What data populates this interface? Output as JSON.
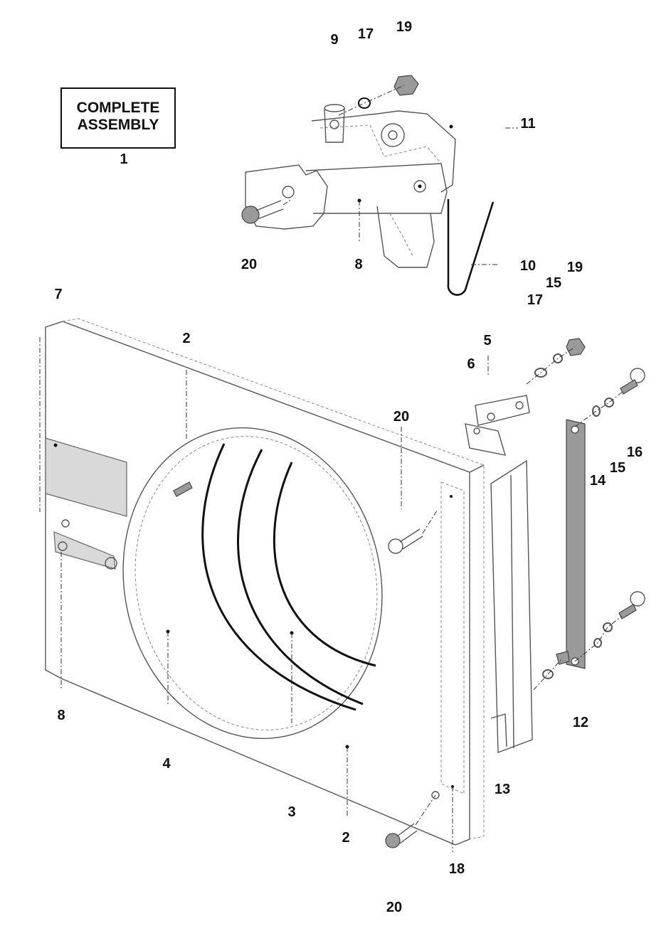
{
  "assembly_box": {
    "line1": "COMPLETE",
    "line2": "ASSEMBLY"
  },
  "callouts": {
    "complete_assembly": "1",
    "shroud_top": "2",
    "shroud_bottom": "2",
    "ring": "3",
    "shroud": "4",
    "bracket_5": "5",
    "bracket_6": "6",
    "plate_7": "7",
    "engine_8": "8",
    "bracket_8": "8",
    "pin_9": "9",
    "belt_10": "10",
    "part_11": "11",
    "strap_12": "12",
    "channel_13": "13",
    "washer_14": "14",
    "washer_15a": "15",
    "washer_15b": "15",
    "bolt_16": "16",
    "washer_17a": "17",
    "washer_17b": "17",
    "seal_18": "18",
    "nut_19a": "19",
    "nut_19b": "19",
    "bolt_20a": "20",
    "bolt_20b": "20",
    "bolt_20c": "20"
  }
}
